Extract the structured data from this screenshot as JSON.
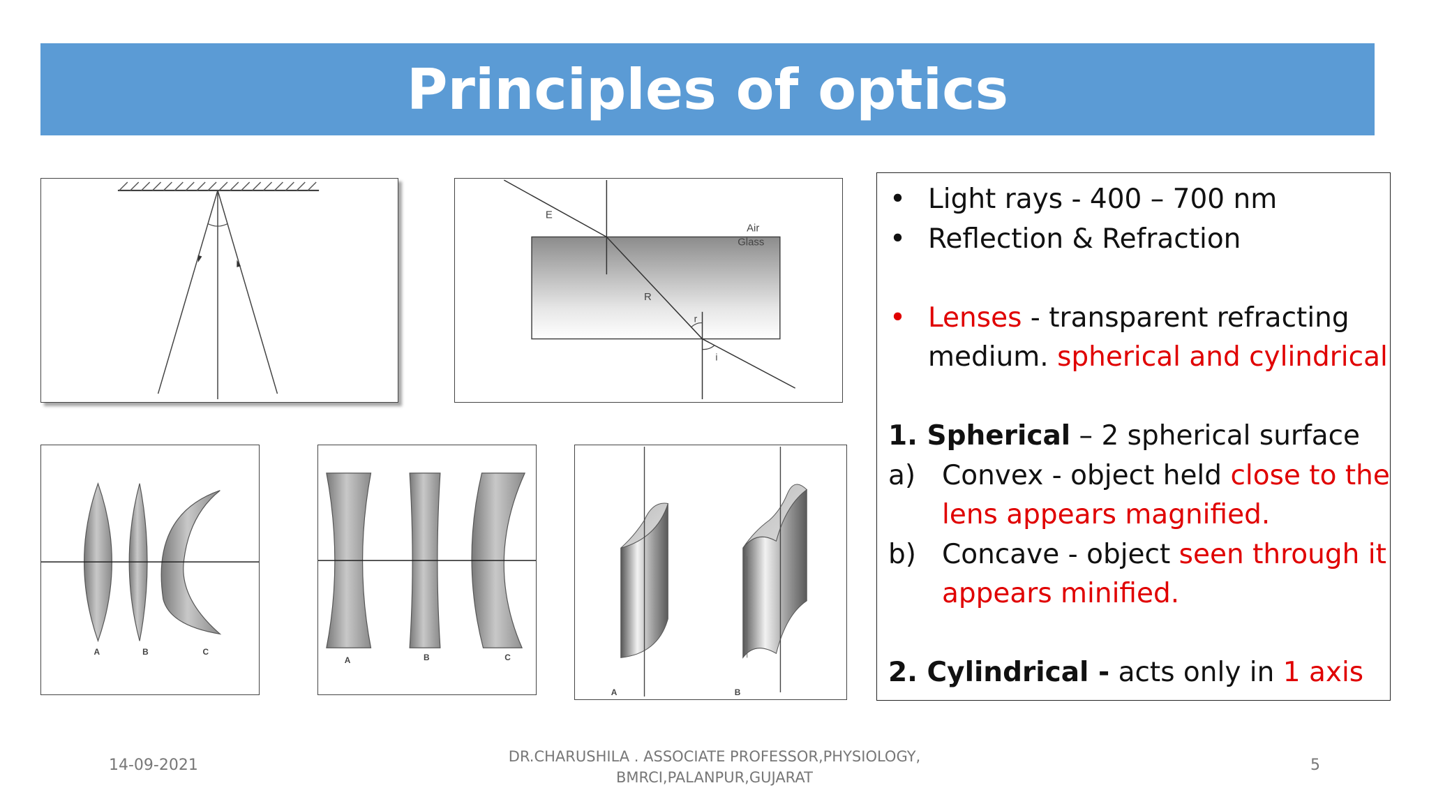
{
  "title": "Principles of optics",
  "figure_labels": {
    "refraction": {
      "e": "E",
      "r_ray": "R",
      "air": "Air",
      "glass": "Glass",
      "r_angle": "r",
      "i_angle": "i"
    },
    "convex": {
      "a": "A",
      "b": "B",
      "c": "C"
    },
    "concave": {
      "a": "A",
      "b": "B",
      "c": "C"
    },
    "cylindrical": {
      "a": "A",
      "b": "B"
    }
  },
  "bullets": [
    {
      "marker": "•",
      "text": "Light rays - 400 – 700 nm"
    },
    {
      "marker": "•",
      "text": "Reflection & Refraction"
    }
  ],
  "lenses": {
    "marker": "•",
    "label": "Lenses",
    "text": " - transparent refracting",
    "line2": "medium. ",
    "highlight": "spherical and cylindrical"
  },
  "spherical": {
    "label": "1. Spherical",
    "text": " – 2 spherical surface",
    "items": [
      {
        "marker": "a)",
        "text": "Convex - object held ",
        "highlight1": "close to the",
        "highlight2": "lens appears magnified."
      },
      {
        "marker": "b)",
        "text": "Concave - object ",
        "highlight1": "seen through it",
        "highlight2": "appears minified."
      }
    ]
  },
  "cylindrical": {
    "label": "2. Cylindrical -",
    "text": " acts only in ",
    "highlight": "1 axis"
  },
  "footer": {
    "date": "14-09-2021",
    "author_line1": "DR.CHARUSHILA . ASSOCIATE  PROFESSOR,PHYSIOLOGY,",
    "author_line2": "BMRCI,PALANPUR,GUJARAT",
    "page": "5"
  },
  "colors": {
    "title_bar": "#5b9bd5",
    "highlight": "#e00000"
  }
}
